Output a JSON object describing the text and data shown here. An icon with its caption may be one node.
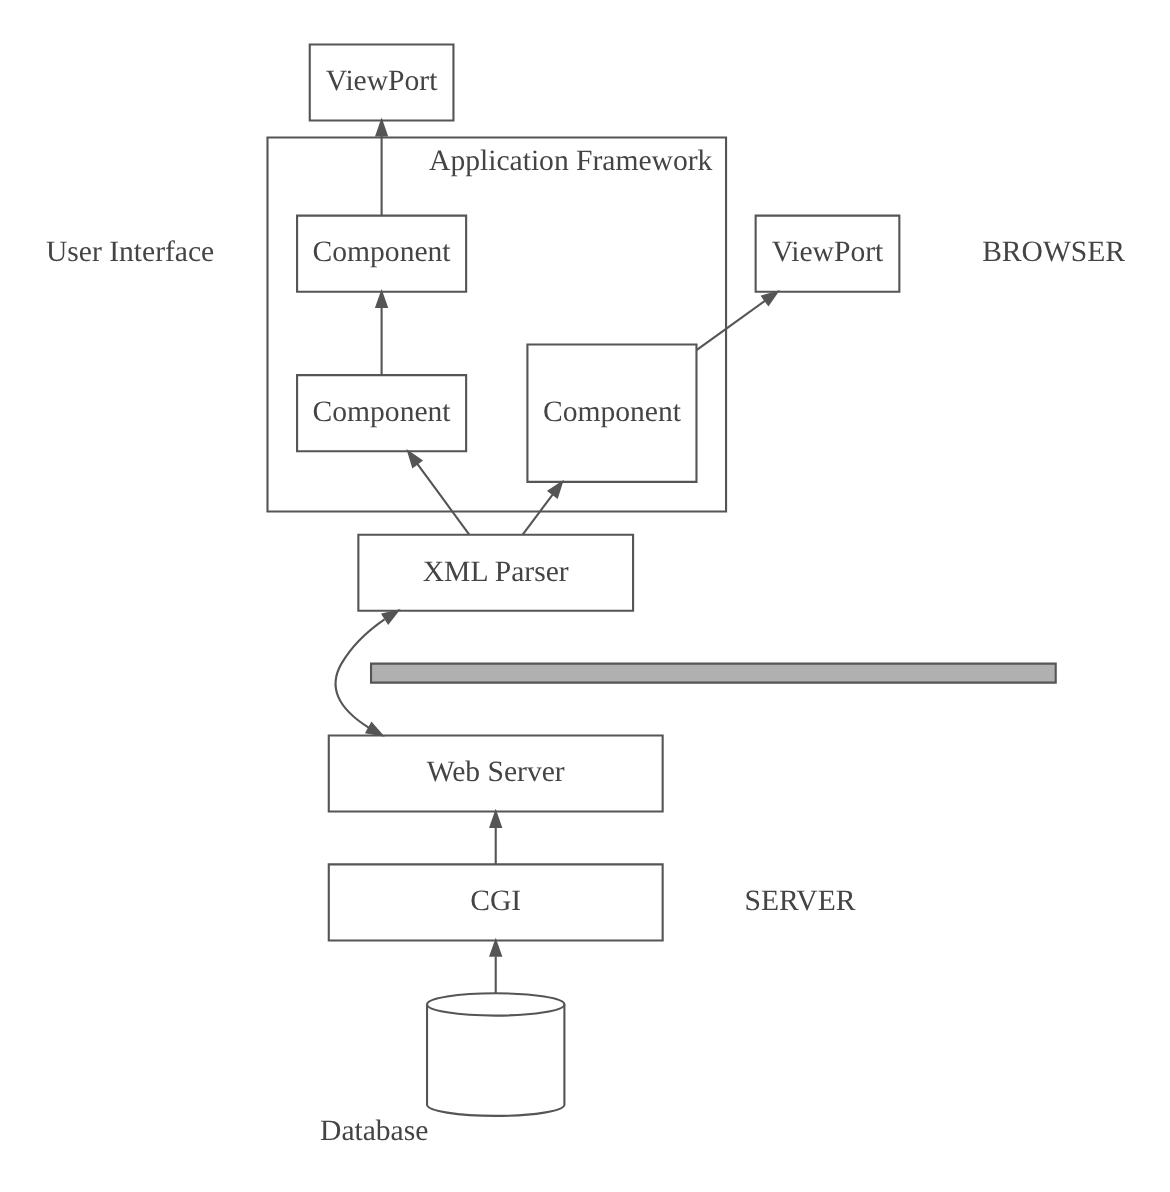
{
  "diagram": {
    "nodes": [
      {
        "text": [
          "ViewPort"
        ]
      },
      {
        "text": [
          "ViewPort"
        ]
      },
      {
        "text": [
          "Application Framework"
        ]
      },
      {
        "text": [
          "Component"
        ],
        "in": 2
      },
      {
        "text": [
          "Component"
        ],
        "in": 2
      },
      {
        "text": [
          "Component"
        ],
        "in": 2
      },
      {
        "text": [
          "XML Parser"
        ]
      },
      {
        "text": [],
        "shape": "bar"
      },
      {
        "text": [
          "Web Server"
        ]
      },
      {
        "text": [
          "CGI"
        ]
      },
      {
        "text": [],
        "shape": "cylinder",
        "beside": [
          "Database"
        ]
      }
    ],
    "edges": [
      {
        "from": 3,
        "to": 0,
        "arrow": "to"
      },
      {
        "from": 4,
        "to": 1,
        "arrow": "to"
      },
      {
        "from": 5,
        "to": 3,
        "arrow": "to"
      },
      {
        "from": 6,
        "to": 5,
        "arrow": "to"
      },
      {
        "from": 6,
        "to": 4,
        "arrow": "to"
      },
      {
        "from": 8,
        "to": 6,
        "arrow": "both"
      },
      {
        "from": 9,
        "to": 8,
        "arrow": "to"
      },
      {
        "from": 10,
        "to": 9,
        "arrow": "to"
      }
    ],
    "labels": [
      "User Interface",
      "BROWSER",
      "SERVER"
    ]
  }
}
